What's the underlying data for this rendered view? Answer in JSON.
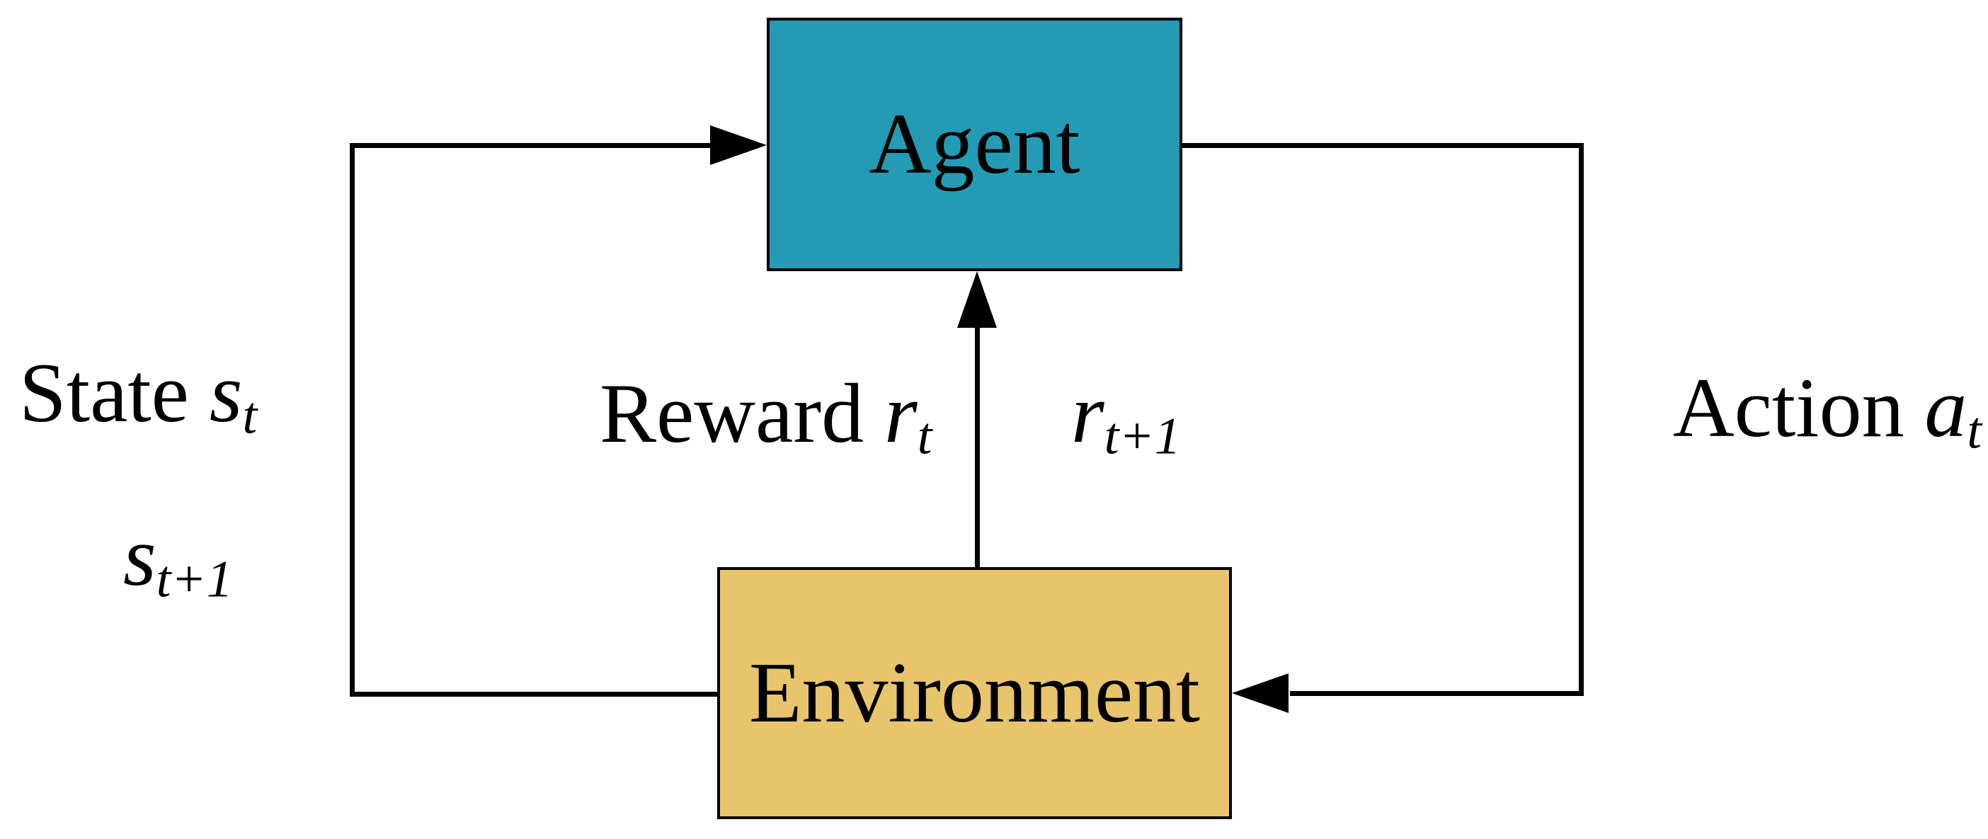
{
  "colors": {
    "agent_fill": "#239BB4",
    "environment_fill": "#E8C46C",
    "line": "#000000"
  },
  "nodes": {
    "agent_label": "Agent",
    "environment_label": "Environment"
  },
  "edge_labels": {
    "state": {
      "word": "State",
      "symbol": "s",
      "subscript": "t"
    },
    "state_next": {
      "symbol": "s",
      "subscript": "t+1"
    },
    "reward": {
      "word": "Reward",
      "symbol": "r",
      "subscript": "t"
    },
    "reward_next": {
      "symbol": "r",
      "subscript": "t+1"
    },
    "action": {
      "word": "Action",
      "symbol": "a",
      "subscript": "t"
    }
  }
}
